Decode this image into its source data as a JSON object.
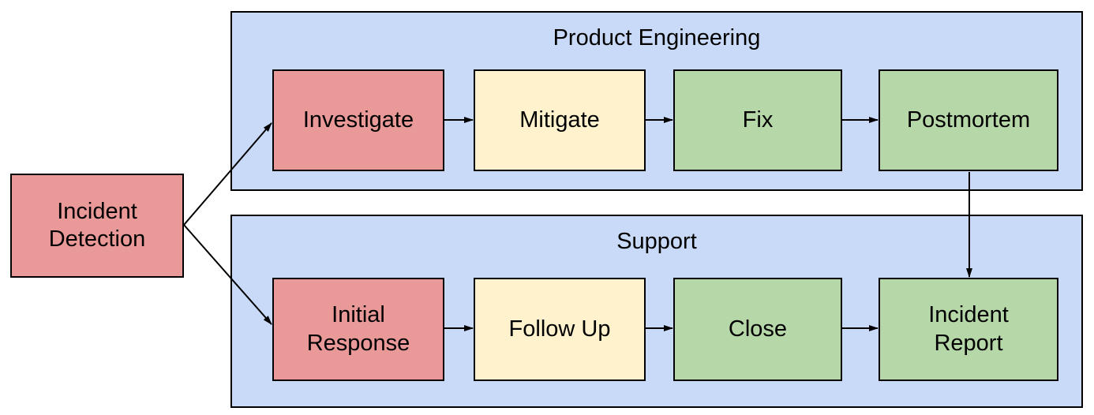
{
  "diagram": {
    "type": "swimlane-flowchart",
    "background": "#ffffff",
    "colors": {
      "red": "#EA9999",
      "yellow": "#FFF2CC",
      "green": "#B6D7A8",
      "lane_blue": "#C9DAF8",
      "border": "#000000",
      "text": "#000000"
    },
    "start_node": {
      "id": "incident-detection",
      "label": "Incident Detection",
      "color_key": "red"
    },
    "lanes": [
      {
        "title": "Product Engineering",
        "nodes": [
          {
            "id": "investigate",
            "label": "Investigate",
            "color_key": "red"
          },
          {
            "id": "mitigate",
            "label": "Mitigate",
            "color_key": "yellow"
          },
          {
            "id": "fix",
            "label": "Fix",
            "color_key": "green"
          },
          {
            "id": "postmortem",
            "label": "Postmortem",
            "color_key": "green"
          }
        ]
      },
      {
        "title": "Support",
        "nodes": [
          {
            "id": "initial-response",
            "label": "Initial Response",
            "color_key": "red"
          },
          {
            "id": "follow-up",
            "label": "Follow Up",
            "color_key": "yellow"
          },
          {
            "id": "close",
            "label": "Close",
            "color_key": "green"
          },
          {
            "id": "incident-report",
            "label": "Incident Report",
            "color_key": "green"
          }
        ]
      }
    ],
    "edges": [
      {
        "from": "incident-detection",
        "to": "investigate"
      },
      {
        "from": "incident-detection",
        "to": "initial-response"
      },
      {
        "from": "investigate",
        "to": "mitigate"
      },
      {
        "from": "mitigate",
        "to": "fix"
      },
      {
        "from": "fix",
        "to": "postmortem"
      },
      {
        "from": "postmortem",
        "to": "incident-report"
      },
      {
        "from": "initial-response",
        "to": "follow-up"
      },
      {
        "from": "follow-up",
        "to": "close"
      },
      {
        "from": "close",
        "to": "incident-report"
      }
    ]
  }
}
